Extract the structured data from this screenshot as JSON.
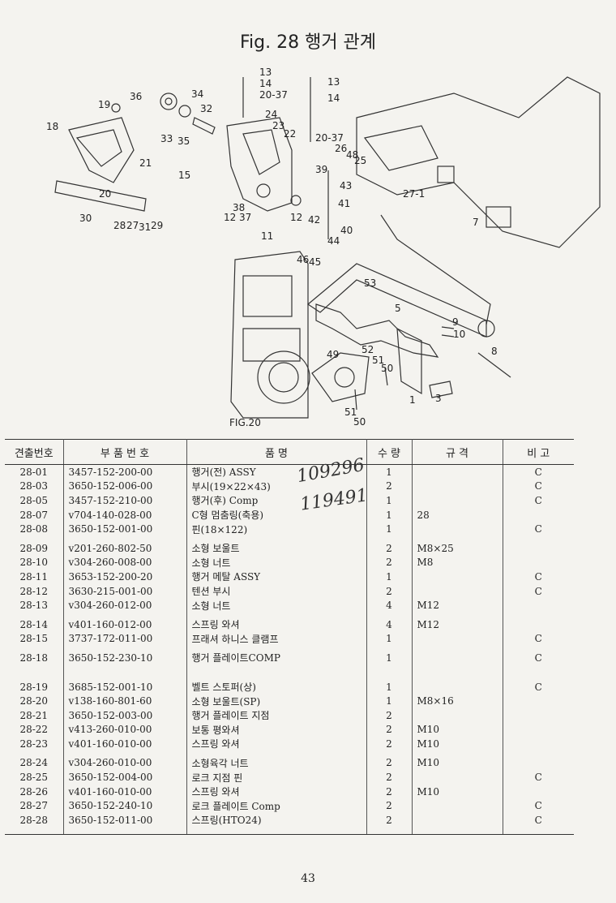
{
  "title": "Fig. 28  행거 관계",
  "diagram": {
    "labels": [
      "13",
      "14",
      "20-37",
      "13",
      "14",
      "36",
      "34",
      "32",
      "24",
      "23",
      "22",
      "19",
      "18",
      "33",
      "35",
      "20-37",
      "26",
      "48",
      "25",
      "21",
      "39",
      "43",
      "27-1",
      "15",
      "38",
      "41",
      "20",
      "12",
      "37",
      "12",
      "42",
      "7",
      "40",
      "30",
      "28",
      "27",
      "31",
      "29",
      "11",
      "44",
      "46",
      "45",
      "53",
      "5",
      "9",
      "10",
      "8",
      "49",
      "52",
      "51",
      "50",
      "1",
      "3",
      "51",
      "50"
    ],
    "fig_ref": "FIG.20"
  },
  "table": {
    "headers": [
      "견출번호",
      "부 품 번 호",
      "품 명",
      "수 량",
      "규 격",
      "비 고"
    ],
    "rows": [
      {
        "no": "28-01",
        "part": "3457-152-200-00",
        "name": "행거(전) ASSY",
        "qty": "1",
        "spec": "",
        "note": "C"
      },
      {
        "no": "28-03",
        "part": "3650-152-006-00",
        "name": "부시(19×22×43)",
        "qty": "2",
        "spec": "",
        "note": "C"
      },
      {
        "no": "28-05",
        "part": "3457-152-210-00",
        "name": "행거(후) Comp",
        "qty": "1",
        "spec": "",
        "note": "C"
      },
      {
        "no": "28-07",
        "part": "v704-140-028-00",
        "name": "C형 멈춤링(축용)",
        "qty": "1",
        "spec": "28",
        "note": ""
      },
      {
        "no": "28-08",
        "part": "3650-152-001-00",
        "name": "핀(18×122)",
        "qty": "1",
        "spec": "",
        "note": "C"
      },
      {
        "no": "28-09",
        "part": "v201-260-802-50",
        "name": "소형 보울트",
        "qty": "2",
        "spec": "M8×25",
        "note": ""
      },
      {
        "no": "28-10",
        "part": "v304-260-008-00",
        "name": "소형 너트",
        "qty": "2",
        "spec": "M8",
        "note": ""
      },
      {
        "no": "28-11",
        "part": "3653-152-200-20",
        "name": "행거 메탈 ASSY",
        "qty": "1",
        "spec": "",
        "note": "C"
      },
      {
        "no": "28-12",
        "part": "3630-215-001-00",
        "name": "텐션 부시",
        "qty": "2",
        "spec": "",
        "note": "C"
      },
      {
        "no": "28-13",
        "part": "v304-260-012-00",
        "name": "소형 너트",
        "qty": "4",
        "spec": "M12",
        "note": ""
      },
      {
        "no": "28-14",
        "part": "v401-160-012-00",
        "name": "스프링 와셔",
        "qty": "4",
        "spec": "M12",
        "note": ""
      },
      {
        "no": "28-15",
        "part": "3737-172-011-00",
        "name": "프래셔 하니스 클램프",
        "qty": "1",
        "spec": "",
        "note": "C"
      },
      {
        "no": "28-18",
        "part": "3650-152-230-10",
        "name": "행거 플레이트COMP",
        "qty": "1",
        "spec": "",
        "note": "C"
      },
      {
        "no": "28-19",
        "part": "3685-152-001-10",
        "name": "벨트 스토퍼(상)",
        "qty": "1",
        "spec": "",
        "note": "C"
      },
      {
        "no": "28-20",
        "part": "v138-160-801-60",
        "name": "소형 보울트(SP)",
        "qty": "1",
        "spec": "M8×16",
        "note": ""
      },
      {
        "no": "28-21",
        "part": "3650-152-003-00",
        "name": "행거 플레이트 지점",
        "qty": "2",
        "spec": "",
        "note": ""
      },
      {
        "no": "28-22",
        "part": "v413-260-010-00",
        "name": "보통 평와셔",
        "qty": "2",
        "spec": "M10",
        "note": ""
      },
      {
        "no": "28-23",
        "part": "v401-160-010-00",
        "name": "스프링 와셔",
        "qty": "2",
        "spec": "M10",
        "note": ""
      },
      {
        "no": "28-24",
        "part": "v304-260-010-00",
        "name": "소형육각 너트",
        "qty": "2",
        "spec": "M10",
        "note": ""
      },
      {
        "no": "28-25",
        "part": "3650-152-004-00",
        "name": "로크 지점 핀",
        "qty": "2",
        "spec": "",
        "note": "C"
      },
      {
        "no": "28-26",
        "part": "v401-160-010-00",
        "name": "스프링 와셔",
        "qty": "2",
        "spec": "M10",
        "note": ""
      },
      {
        "no": "28-27",
        "part": "3650-152-240-10",
        "name": "로크 플레이트 Comp",
        "qty": "2",
        "spec": "",
        "note": "C"
      },
      {
        "no": "28-28",
        "part": "3650-152-011-00",
        "name": "스프링(HTO24)",
        "qty": "2",
        "spec": "",
        "note": "C"
      }
    ]
  },
  "handwriting": [
    "109296",
    "119491"
  ],
  "page_number": "43"
}
